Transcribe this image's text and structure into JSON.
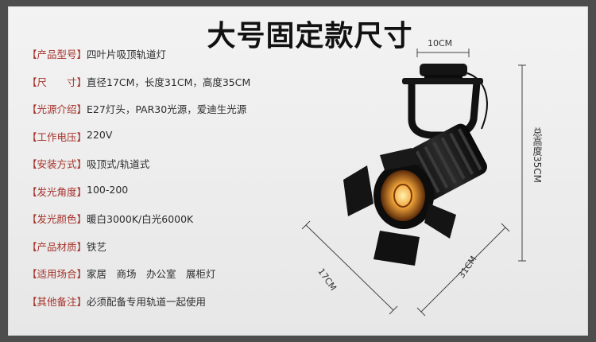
{
  "title": "大号固定款尺寸",
  "specs": [
    {
      "label": "【产品型号】",
      "value": "四叶片吸顶轨道灯"
    },
    {
      "label": "【尺　　寸】",
      "value": "直径17CM，长度31CM，高度35CM"
    },
    {
      "label": "【光源介绍】",
      "value": "E27灯头，PAR30光源，爱迪生光源"
    },
    {
      "label": "【工作电压】",
      "value": "220V"
    },
    {
      "label": "【安装方式】",
      "value": "吸顶式/轨道式"
    },
    {
      "label": "【发光角度】",
      "value": "100-200"
    },
    {
      "label": "【发光颜色】",
      "value": "暖白3000K/白光6000K"
    },
    {
      "label": "【产品材质】",
      "value": "铁艺"
    },
    {
      "label": "【适用场合】",
      "value": "家居　商场　办公室　展柜灯"
    },
    {
      "label": "【其他备注】",
      "value": "必须配备专用轨道一起使用"
    }
  ],
  "dimensions": {
    "top_width": "10CM",
    "height": "总高度35CM",
    "left_diag": "17CM",
    "right_diag": "31CM"
  },
  "colors": {
    "label": "#a5322a",
    "value": "#2d2d2d",
    "background": "#ececec",
    "frame": "#4d4d4d"
  }
}
